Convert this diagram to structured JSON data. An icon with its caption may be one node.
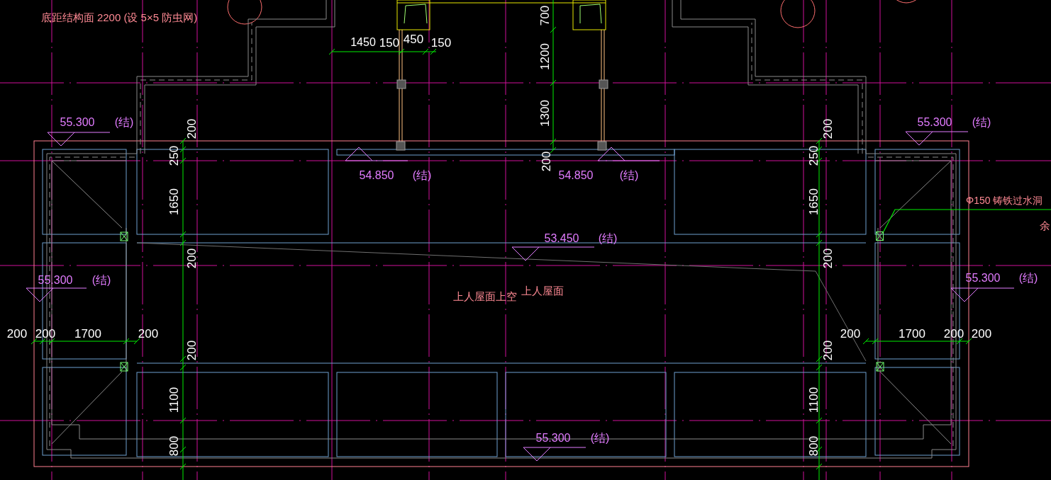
{
  "diagram": {
    "nodes": [
      {
        "text": [
          "Φ150 铸铁过水洞"
        ]
      },
      {
        "text": [],
        "shape": "box"
      }
    ],
    "edges": [
      {
        "from": 0,
        "to": 1,
        "arrow": "none"
      }
    ],
    "labels": [
      "底距结构面 2200 (设 5×5 防虫网)",
      "700",
      "1450",
      "150",
      "450",
      "150",
      "1200",
      "55.300",
      "(结)",
      "200",
      "1300",
      "200",
      "55.300",
      "(结)",
      "250",
      "200",
      "250",
      "54.850",
      "(结)",
      "54.850",
      "(结)",
      "1650",
      "1650",
      "余",
      "53.450",
      "(结)",
      "200",
      "200",
      "55.300",
      "(结)",
      "55.300",
      "(结)",
      "上人屋面上空",
      "上人屋面",
      "200",
      "200",
      "1700",
      "200",
      "200",
      "1700",
      "200",
      "200",
      "200",
      "200",
      "1100",
      "1100",
      "55.300",
      "(结)",
      "800",
      "800"
    ]
  }
}
